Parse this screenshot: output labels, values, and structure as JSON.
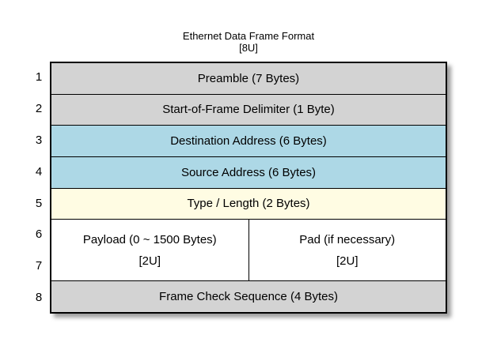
{
  "title": {
    "line1": "Ethernet Data Frame Format",
    "line2": "[8U]"
  },
  "colors": {
    "gray": "#d3d3d3",
    "blue": "#add8e6",
    "cream": "#fffce3",
    "white": "#ffffff",
    "border": "#000000"
  },
  "row_numbers": [
    "1",
    "2",
    "3",
    "4",
    "5",
    "6",
    "7",
    "8"
  ],
  "rows": [
    {
      "number": "1",
      "label": "Preamble (7 Bytes)",
      "fill": "gray"
    },
    {
      "number": "2",
      "label": "Start-of-Frame Delimiter (1 Byte)",
      "fill": "gray"
    },
    {
      "number": "3",
      "label": "Destination Address (6 Bytes)",
      "fill": "blue"
    },
    {
      "number": "4",
      "label": "Source Address (6 Bytes)",
      "fill": "blue"
    },
    {
      "number": "5",
      "label": "Type / Length (2 Bytes)",
      "fill": "cream"
    },
    {
      "number": "6-7",
      "fill": "white",
      "cells": [
        {
          "line1": "Payload (0 ~ 1500 Bytes)",
          "line2": "[2U]"
        },
        {
          "line1": "Pad (if necessary)",
          "line2": "[2U]"
        }
      ]
    },
    {
      "number": "8",
      "label": "Frame Check Sequence (4 Bytes)",
      "fill": "gray"
    }
  ]
}
